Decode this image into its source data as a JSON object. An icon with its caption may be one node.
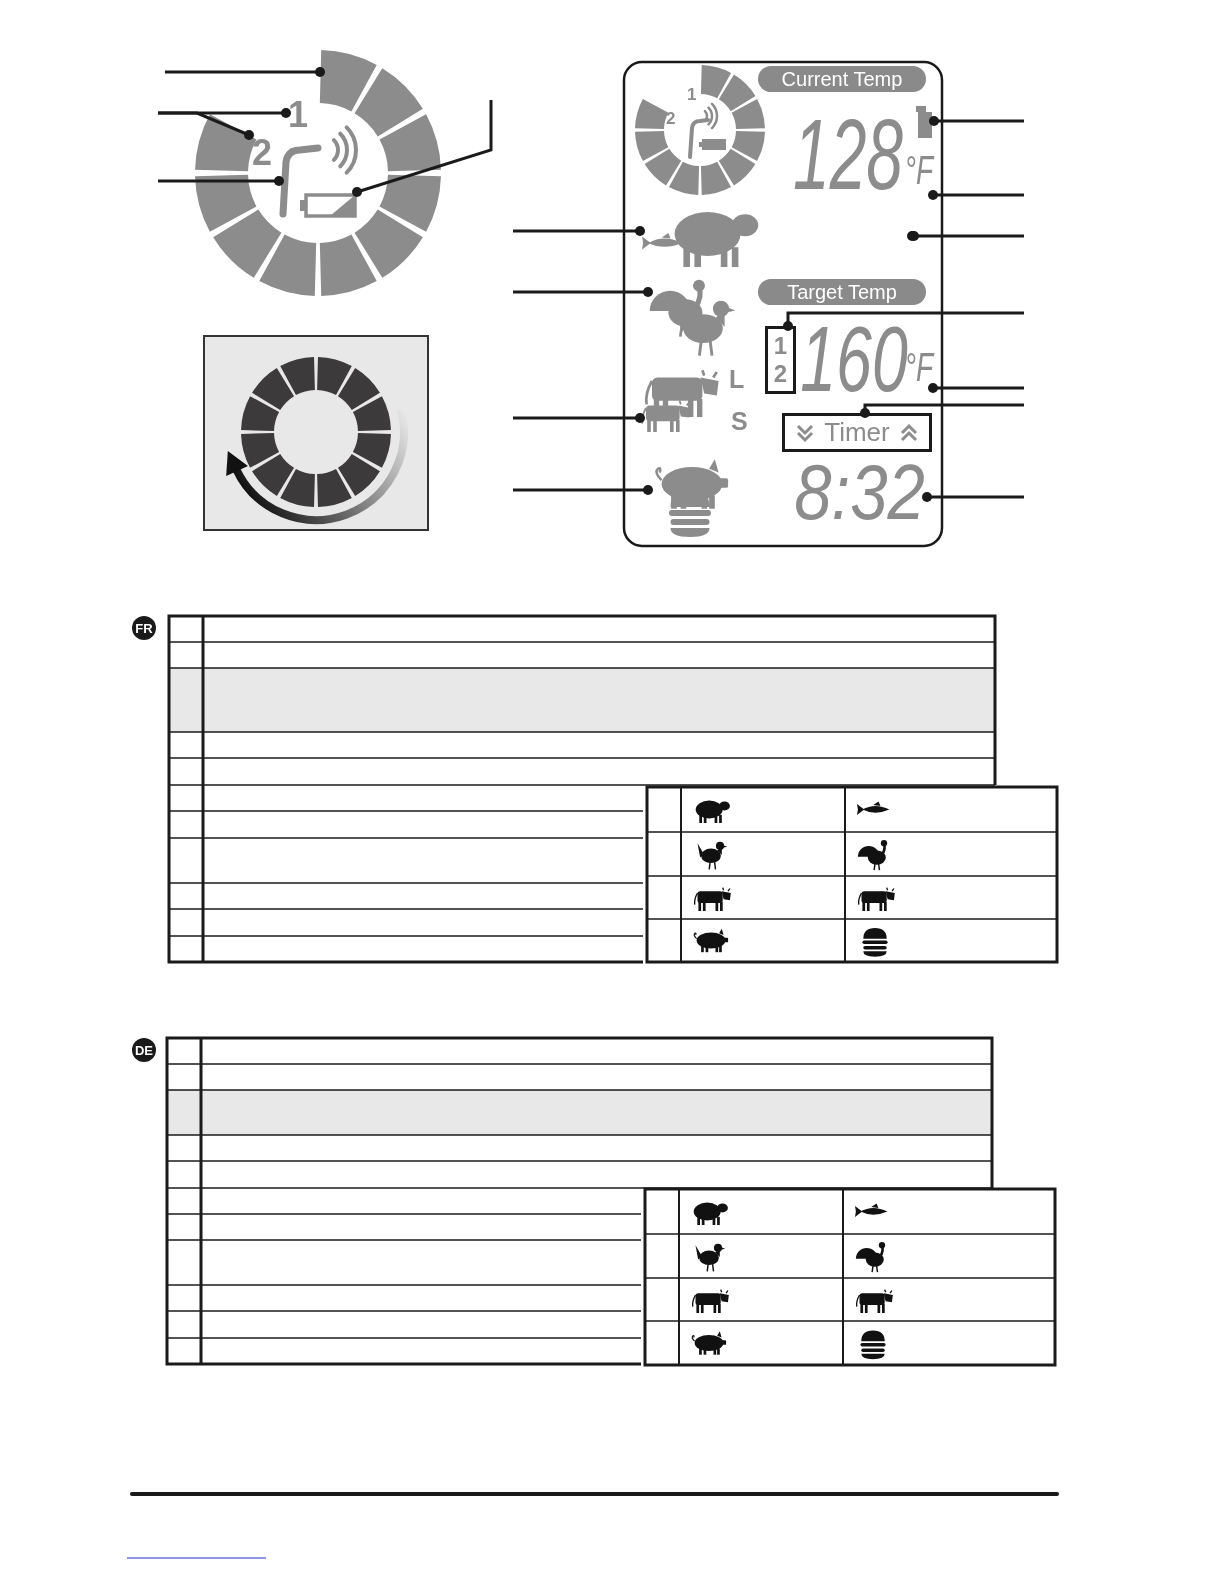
{
  "diagram": {
    "nodes": [
      {
        "text": [],
        "shape": "segment"
      },
      {
        "text": [
          "1"
        ]
      },
      {
        "text": [
          "2"
        ]
      },
      {
        "text": [],
        "shape": "probe"
      },
      {
        "text": [],
        "shape": "battery"
      },
      {
        "text": [
          "Current Temp"
        ]
      },
      {
        "text": [
          "128"
        ]
      },
      {
        "text": [],
        "shape": "plug"
      },
      {
        "text": [
          "°F"
        ]
      },
      {
        "text": [],
        "shape": "dot"
      },
      {
        "text": [],
        "shape": "sheep"
      },
      {
        "text": [],
        "shape": "chicken"
      },
      {
        "text": [
          "Target Temp"
        ]
      },
      {
        "text": [
          "1 2"
        ]
      },
      {
        "text": [
          "160"
        ]
      },
      {
        "text": [
          "°F"
        ]
      },
      {
        "text": [
          "Timer"
        ]
      },
      {
        "text": [],
        "shape": "cow"
      },
      {
        "text": [
          "8:32"
        ]
      },
      {
        "text": [],
        "shape": "pig"
      },
      {
        "text": [
          "FR"
        ]
      },
      {
        "text": [
          "DE"
        ]
      }
    ],
    "edges": [
      {
        "from": null,
        "to": 0,
        "arrow": "other"
      },
      {
        "from": null,
        "to": 1,
        "arrow": "other"
      },
      {
        "from": null,
        "to": 2,
        "arrow": "other"
      },
      {
        "from": null,
        "to": 3,
        "arrow": "other"
      },
      {
        "from": null,
        "to": 4,
        "arrow": "other"
      },
      {
        "from": null,
        "to": 10,
        "arrow": "other"
      },
      {
        "from": null,
        "to": 11,
        "arrow": "other"
      },
      {
        "from": null,
        "to": 17,
        "arrow": "other"
      },
      {
        "from": null,
        "to": 19,
        "arrow": "other"
      },
      {
        "from": null,
        "to": 7,
        "arrow": "other"
      },
      {
        "from": null,
        "to": 8,
        "arrow": "other"
      },
      {
        "from": null,
        "to": 9,
        "arrow": "other"
      },
      {
        "from": null,
        "to": 13,
        "arrow": "other"
      },
      {
        "from": null,
        "to": 15,
        "arrow": "other"
      },
      {
        "from": null,
        "to": 16,
        "arrow": "other"
      },
      {
        "from": null,
        "to": 18,
        "arrow": "other"
      }
    ],
    "labels": [
      "1",
      "2",
      "L",
      "S"
    ]
  }
}
